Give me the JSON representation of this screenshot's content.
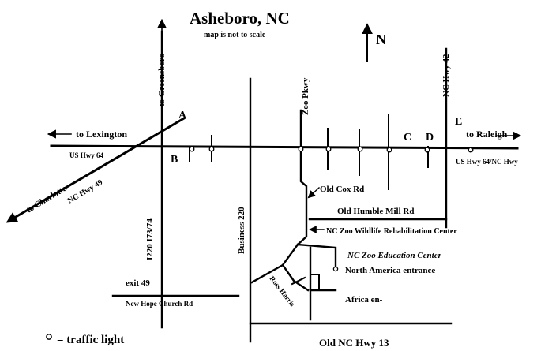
{
  "title": "Asheboro, NC",
  "subtitle": "map is not to scale",
  "north_label": "N",
  "legend_label": "= traffic light",
  "roads": {
    "us64_west": "US Hwy 64",
    "us64_east": "US Hwy 64/NC Hwy",
    "to_lexington": "to Lexington",
    "to_raleigh": "to Raleigh",
    "to_charlotte": "to Charlotte",
    "nc49": "NC Hwy 49",
    "to_greensboro": "to Greensboro",
    "i220": "I220 I73/74",
    "business220": "Business 220",
    "zoo_pkwy": "Zoo Pkwy",
    "nc42": "NC Hwy 42",
    "old_cox": "Old Cox Rd",
    "old_humble": "Old Humble Mill Rd",
    "rehab": "NC Zoo Wildlife Rehabilitation Center",
    "education": "NC Zoo Education Center",
    "na_entrance": "North America entrance",
    "africa": "Africa en-",
    "ross_harris": "Ross Harris",
    "exit49": "exit 49",
    "new_hope": "New Hope Church Rd",
    "old_nc13": "Old NC Hwy 13"
  },
  "markers": [
    "A",
    "B",
    "C",
    "D",
    "E"
  ]
}
